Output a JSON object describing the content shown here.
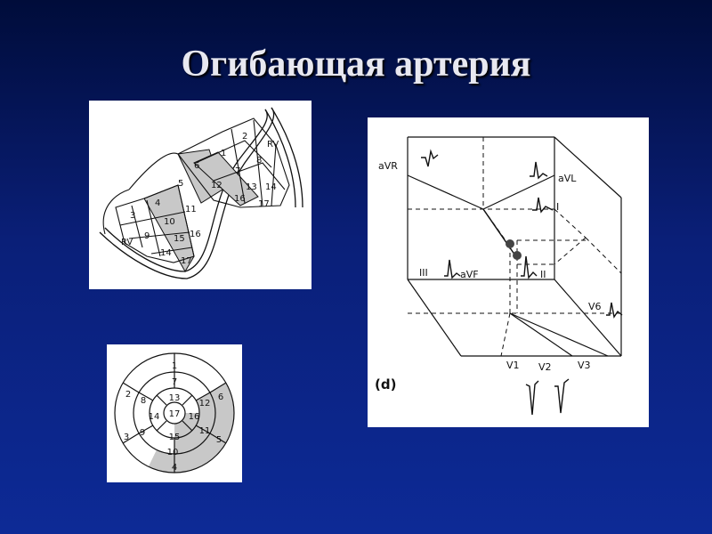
{
  "slide": {
    "title": "Огибающая артерия"
  },
  "heart_diagram": {
    "rv_top": "RV",
    "rv_bottom": "RV",
    "segments": [
      "1",
      "2",
      "8",
      "7",
      "6",
      "12",
      "13",
      "14",
      "16",
      "17",
      "5",
      "11",
      "4",
      "10",
      "16",
      "3",
      "9",
      "15",
      "14",
      "17"
    ]
  },
  "bullseye": {
    "segments": [
      "1",
      "7",
      "2",
      "6",
      "8",
      "13",
      "12",
      "14",
      "17",
      "16",
      "3",
      "9",
      "11",
      "5",
      "15",
      "10",
      "4"
    ]
  },
  "ecg_diagram": {
    "labels": {
      "avr": "aVR",
      "avl": "aVL",
      "i": "I",
      "iii": "III",
      "avf": "aVF",
      "ii": "II",
      "v6": "V6",
      "v1": "V1",
      "v2": "V2",
      "v3": "V3",
      "panel": "(d)"
    }
  },
  "colors": {
    "highlight_gray": "#c8c8c8",
    "line": "#111111"
  }
}
